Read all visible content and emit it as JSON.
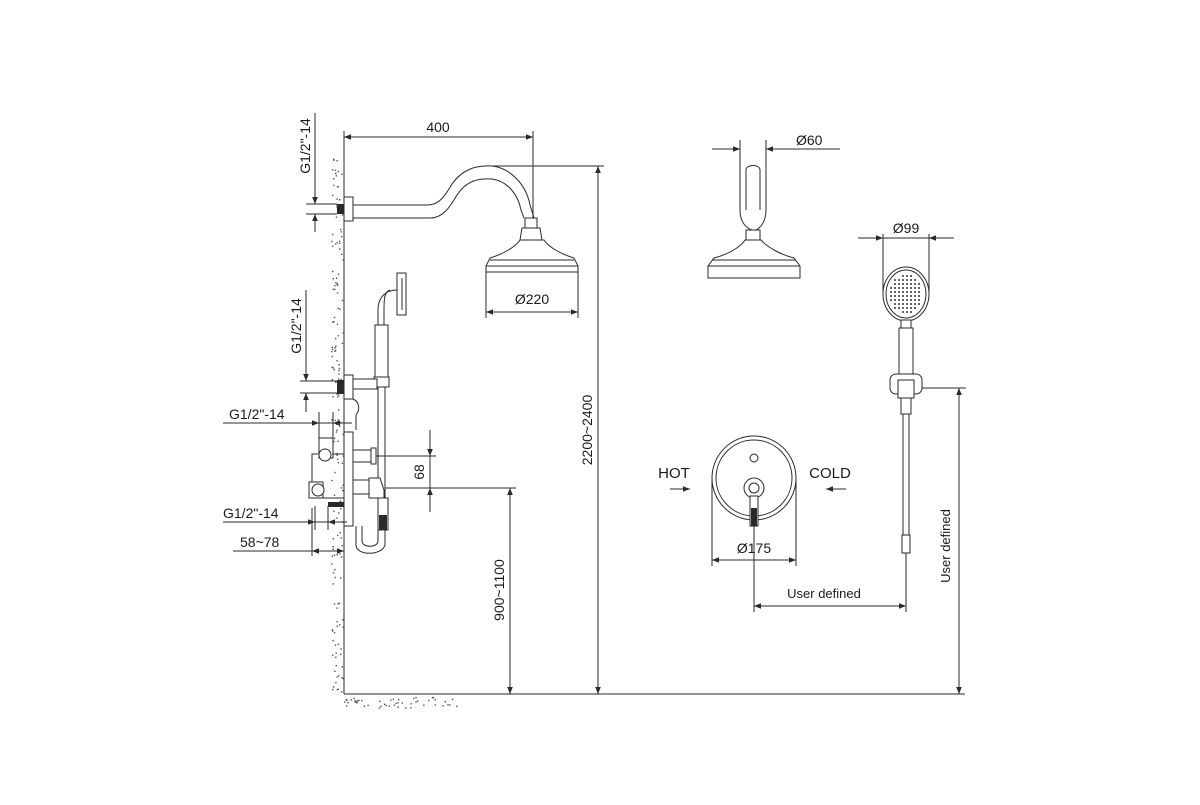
{
  "dimensions": {
    "arm_length": "400",
    "head_diameter": "Ø220",
    "arm_diameter": "Ø60",
    "hand_diameter": "Ø99",
    "thread_top": "G1/2\"-14",
    "thread_mid": "G1/2\"-14",
    "thread_valve_top": "G1/2\"-14",
    "thread_valve_bottom": "G1/2\"-14",
    "depth": "58~78",
    "spacing": "68",
    "valve_height": "900~1100",
    "total_height": "2200~2400",
    "plate_diameter": "Ø175",
    "user_defined_h": "User defined",
    "user_defined_v": "User defined"
  },
  "labels": {
    "hot": "HOT",
    "cold": "COLD"
  }
}
